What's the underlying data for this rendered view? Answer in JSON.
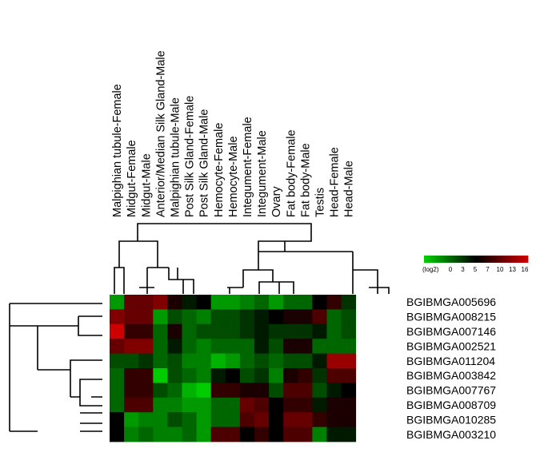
{
  "chart_data": {
    "type": "heatmap",
    "title": "",
    "xlabel": "",
    "ylabel": "",
    "columns": [
      "Malpighian tubule-Female",
      "Midgut-Female",
      "Midgut-Male",
      "Anterior/Median Silk Gland-Male",
      "Malpighian tubule-Male",
      "Post Silk Gland-Female",
      "Post Silk Gland-Male",
      "Hemocyte-Female",
      "Hemocyte-Male",
      "Integument-Female",
      "Integument-Male",
      "Ovary",
      "Fat body-Female",
      "Fat body-Male",
      "Testis",
      "Head-Female",
      "Head-Male"
    ],
    "rows": [
      "BGIBMGA005696",
      "BGIBMGA008215",
      "BGIBMGA007146",
      "BGIBMGA002521",
      "BGIBMGA011204",
      "BGIBMGA003842",
      "BGIBMGA007767",
      "BGIBMGA008709",
      "BGIBMGA010285",
      "BGIBMGA003210"
    ],
    "values": [
      [
        2,
        12,
        12,
        13,
        9,
        7,
        8,
        2,
        2,
        3,
        4,
        2,
        4,
        4,
        8,
        10,
        6
      ],
      [
        13,
        12,
        12,
        2,
        5,
        4,
        3,
        5,
        5,
        6,
        7,
        8,
        9,
        9,
        11,
        4,
        5
      ],
      [
        16,
        10,
        10,
        4,
        9,
        4,
        5,
        5,
        5,
        6,
        7,
        6,
        6,
        6,
        7,
        4,
        5
      ],
      [
        12,
        13,
        13,
        4,
        7,
        4,
        3,
        4,
        4,
        4,
        7,
        5,
        9,
        9,
        4,
        4,
        4
      ],
      [
        5,
        5,
        6,
        4,
        5,
        3,
        3,
        1,
        2,
        4,
        5,
        4,
        5,
        5,
        7,
        14,
        14
      ],
      [
        4,
        10,
        10,
        0,
        5,
        4,
        3,
        7,
        8,
        5,
        6,
        3,
        9,
        10,
        6,
        11,
        11
      ],
      [
        4,
        10,
        10,
        5,
        4,
        1,
        0,
        10,
        10,
        9,
        9,
        5,
        11,
        11,
        5,
        7,
        8
      ],
      [
        4,
        11,
        11,
        3,
        3,
        2,
        2,
        4,
        4,
        12,
        11,
        8,
        10,
        10,
        7,
        9,
        9
      ],
      [
        8,
        2,
        3,
        3,
        5,
        4,
        2,
        4,
        4,
        11,
        12,
        8,
        12,
        12,
        10,
        9,
        9
      ],
      [
        8,
        3,
        4,
        3,
        3,
        4,
        2,
        11,
        11,
        8,
        10,
        8,
        11,
        11,
        3,
        7,
        7
      ]
    ],
    "color_scale": {
      "label": "(log2)",
      "ticks": [
        "0",
        "3",
        "5",
        "7",
        "10",
        "13",
        "16"
      ],
      "min": 0,
      "max": 16,
      "low_color": "#00cc00",
      "mid_color": "#000000",
      "high_color": "#cc0000"
    },
    "column_dendrogram": true,
    "row_dendrogram": true,
    "grid": false,
    "legend_position": "top-right"
  }
}
